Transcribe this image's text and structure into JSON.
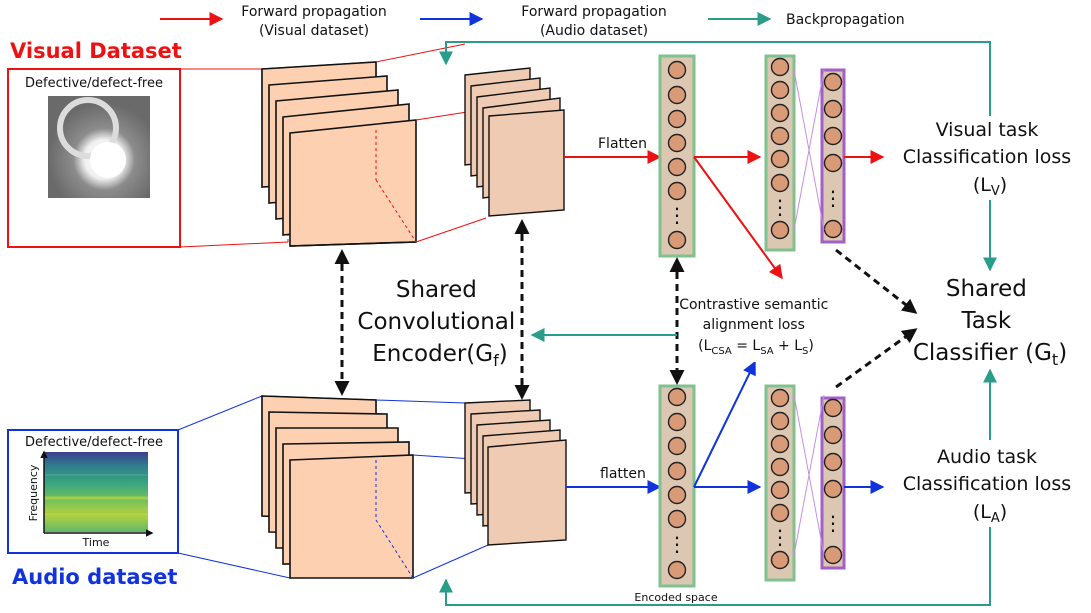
{
  "legend": {
    "forward_visual": "Forward propagation\n(Visual dataset)",
    "forward_audio": "Forward propagation\n(Audio dataset)",
    "backprop": "Backpropagation"
  },
  "visual_title": "Visual Dataset",
  "audio_title": "Audio dataset",
  "visual_image_label": "Defective/defect-free",
  "audio_image_label": "Defective/defect-free",
  "spectrogram_ylabel": "Frequency",
  "spectrogram_xlabel": "Time",
  "flatten_visual": "Flatten",
  "flatten_audio": "flatten",
  "encoder_label": [
    "Shared",
    "Convolutional",
    "Encoder(G",
    "f",
    ")"
  ],
  "csa_label": [
    "Contrastive semantic",
    "alignment loss",
    "(L",
    "CSA",
    " = L",
    "SA",
    " + L",
    "S",
    ")"
  ],
  "classifier_label": [
    "Shared",
    "Task",
    "Classifier (G",
    "t",
    ")"
  ],
  "visual_loss": [
    "Visual task",
    "Classification loss",
    "(L",
    "V",
    ")"
  ],
  "audio_loss": [
    "Audio task",
    "Classification loss",
    "(L",
    "A",
    ")"
  ],
  "encoded_space": "Encoded space",
  "ellipsis": "⋮",
  "colors": {
    "visual": "#ee1111",
    "audio": "#1133dd",
    "backprop": "#2a9d8a",
    "layer_fill": "#fcd0b0",
    "neuron_fill": "#d99a78",
    "column_green": "#7fc28f",
    "column_purple": "#a25fc7"
  }
}
